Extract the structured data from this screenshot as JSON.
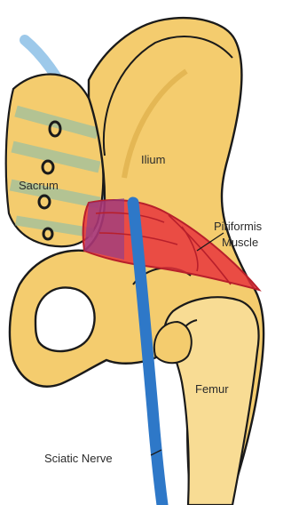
{
  "labels": {
    "ilium": "Ilium",
    "sacrum": "Sacrum",
    "piriformis_line1": "Piriformis",
    "piriformis_line2": "Muscle",
    "femur": "Femur",
    "sciatic_nerve": "Sciatic Nerve"
  },
  "colors": {
    "bone": "#f4cc6e",
    "bone_light": "#f8dc94",
    "bone_shade": "#d9a843",
    "sacrum_stripe": "#a8c29a",
    "muscle": "#e8303a",
    "muscle_dark": "#b81f2b",
    "nerve": "#2e78c8",
    "nerve_faint": "#8cc0e6",
    "outline": "#1a1a1a"
  }
}
